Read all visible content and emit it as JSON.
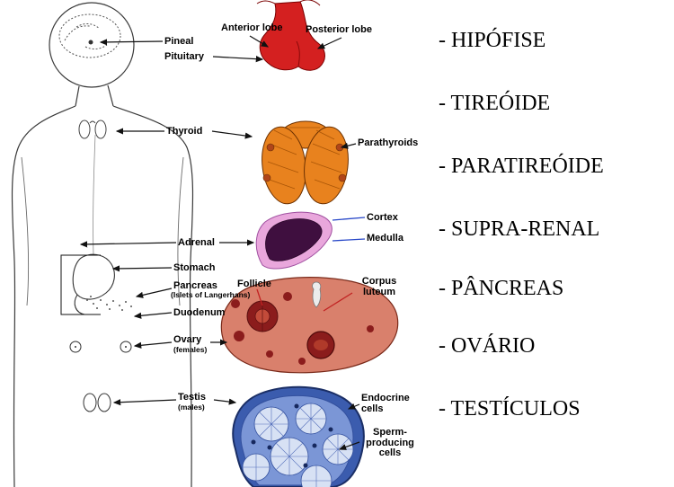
{
  "body_labels": {
    "pineal": "Pineal",
    "pituitary": "Pituitary",
    "thyroid": "Thyroid",
    "adrenal": "Adrenal",
    "stomach": "Stomach",
    "pancreas": "Pancreas",
    "pancreas_sub": "(Islets of Langerhans)",
    "duodenum": "Duodenum",
    "ovary": "Ovary",
    "ovary_sub": "(females)",
    "testis": "Testis",
    "testis_sub": "(males)"
  },
  "gland_labels": {
    "anterior_lobe": "Anterior lobe",
    "posterior_lobe": "Posterior lobe",
    "parathyroids": "Parathyroids",
    "cortex": "Cortex",
    "medulla": "Medulla",
    "follicle": "Follicle",
    "corpus_luteum": "Corpus luteum",
    "endocrine_cells": "Endocrine cells",
    "sperm_producing_cells": "Sperm-producing cells"
  },
  "portuguese_terms": [
    "- HIPÓFISE",
    "- TIREÓIDE",
    "- PARATIREÓIDE",
    "- SUPRA-RENAL",
    "- PÂNCREAS",
    "- OVÁRIO",
    "- TESTÍCULOS"
  ],
  "colors": {
    "pituitary_red": "#d42020",
    "thyroid_orange": "#e8821e",
    "adrenal_cortex_pink": "#e9a7dc",
    "adrenal_medulla_purple": "#3f0f3f",
    "ovary_salmon": "#d9806c",
    "follicle_dark_red": "#8b1c1c",
    "testis_blue": "#3b5cae",
    "testis_light_blue": "#d7e1f4",
    "pointer_blue": "#2747c8",
    "pointer_red": "#c22222"
  }
}
